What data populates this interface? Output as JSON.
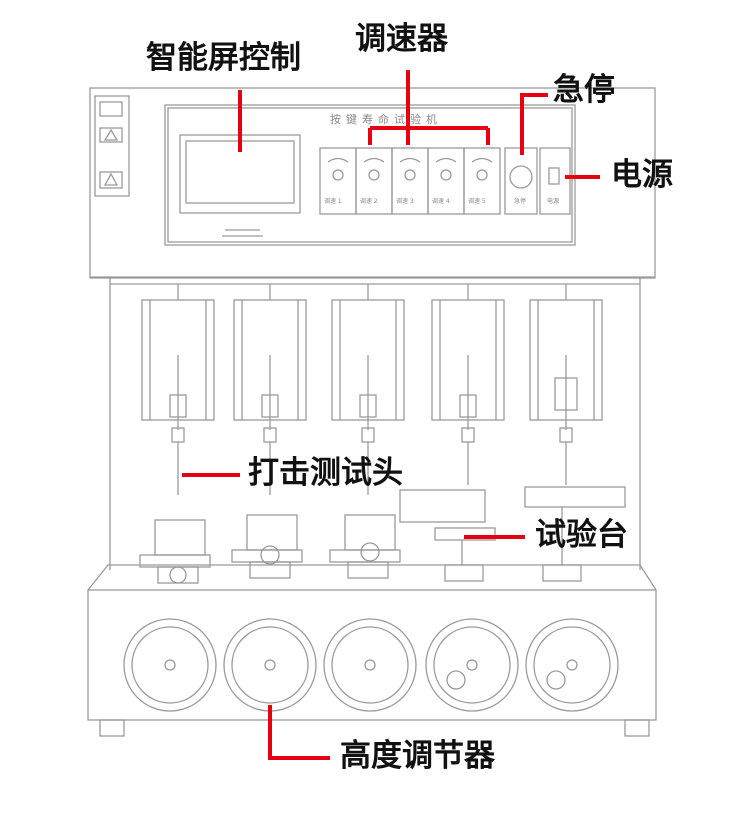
{
  "labels": {
    "screen_control": "智能屏控制",
    "speed_controller": "调速器",
    "emergency_stop": "急停",
    "power": "电源",
    "impact_head": "打击测试头",
    "test_table": "试验台",
    "height_adjuster": "高度调节器"
  },
  "panel": {
    "machine_title": "按键寿命试验机",
    "speed_knob_labels": [
      "调速 1",
      "调速 2",
      "调速 3",
      "调速 4",
      "调速 5"
    ],
    "estop_label": "急停",
    "power_label": "电源"
  },
  "colors": {
    "callout_line": "#e60012",
    "callout_text": "#111111",
    "drawing_line": "#9a9a9a"
  }
}
